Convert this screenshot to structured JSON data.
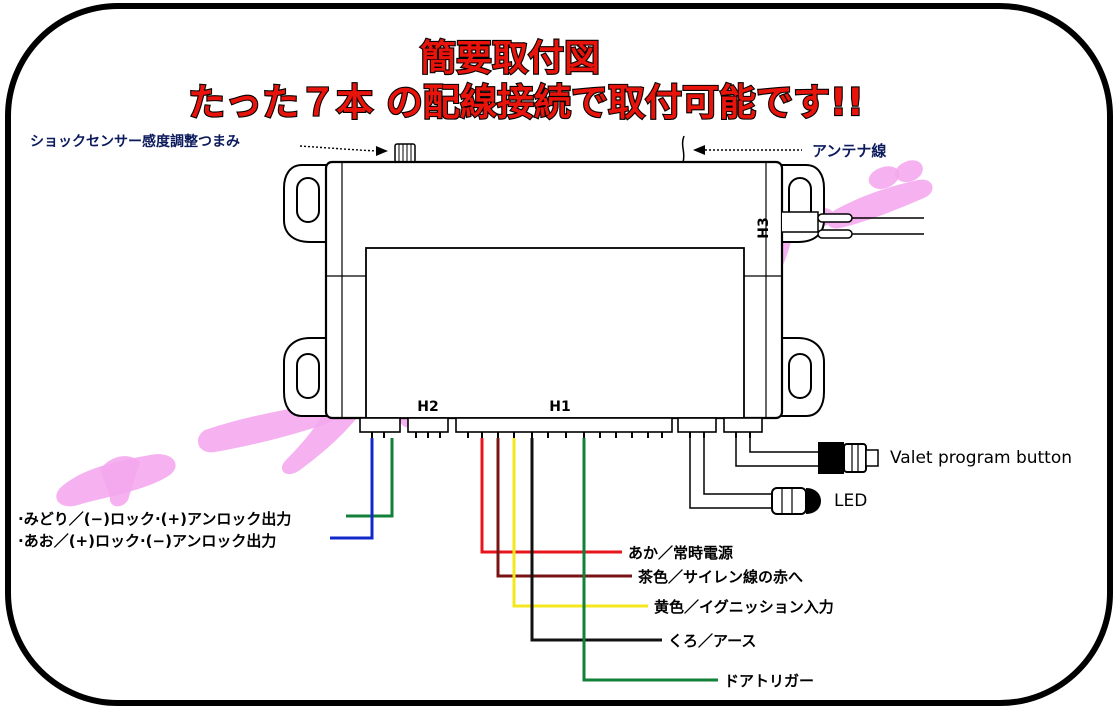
{
  "title": {
    "line1": "簡要取付図",
    "line2": "たった７本 の配線接続で取付可能です!!"
  },
  "top_labels": {
    "shock_sensor": "ショックセンサー感度調整つまみ",
    "antenna": "アンテナ線"
  },
  "connectors": {
    "h1": "H1",
    "h2": "H2",
    "h3": "H3"
  },
  "right_labels": {
    "valet": "Valet program button",
    "led": "LED"
  },
  "wires_left": [
    {
      "label": "·みどり／(−)ロック·(+)アンロック出力",
      "color": "#12803a"
    },
    {
      "label": "·あお／(+)ロック·(−)アンロック出力",
      "color": "#1228c8"
    }
  ],
  "wires_h1": [
    {
      "label": "あか／常時電源",
      "color": "#e8141c"
    },
    {
      "label": "茶色／サイレン線の赤へ",
      "color": "#7a1414"
    },
    {
      "label": "黄色／イグニッション入力",
      "color": "#f4e81c"
    },
    {
      "label": "くろ／アース",
      "color": "#111111"
    },
    {
      "label": "ドアトリガー",
      "color": "#12803a"
    }
  ],
  "colors": {
    "frame": "#000000",
    "title_fill": "#e8140c",
    "navy_text": "#0b1a5c",
    "watermark": "#f4a8ee"
  }
}
